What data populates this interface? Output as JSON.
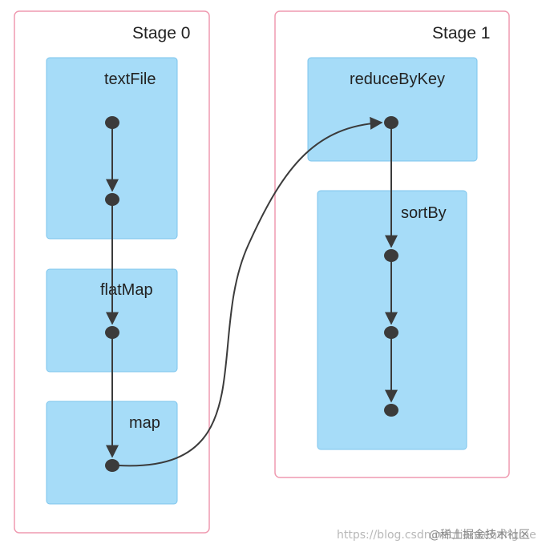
{
  "stages": [
    {
      "title": "Stage 0",
      "rdds": [
        "textFile",
        "flatMap",
        "map"
      ]
    },
    {
      "title": "Stage 1",
      "rdds": [
        "reduceByKey",
        "sortBy"
      ]
    }
  ],
  "watermark": {
    "url": "https://blog.csdn.net/liankehengme",
    "brand": "@稀土掘金技术社区"
  },
  "colors": {
    "stage_border": "#ef9ab0",
    "rdd_fill": "#a6dcf8",
    "rdd_border": "#7cc4ec",
    "node": "#3b3b3b",
    "edge": "#3b3b3b"
  }
}
